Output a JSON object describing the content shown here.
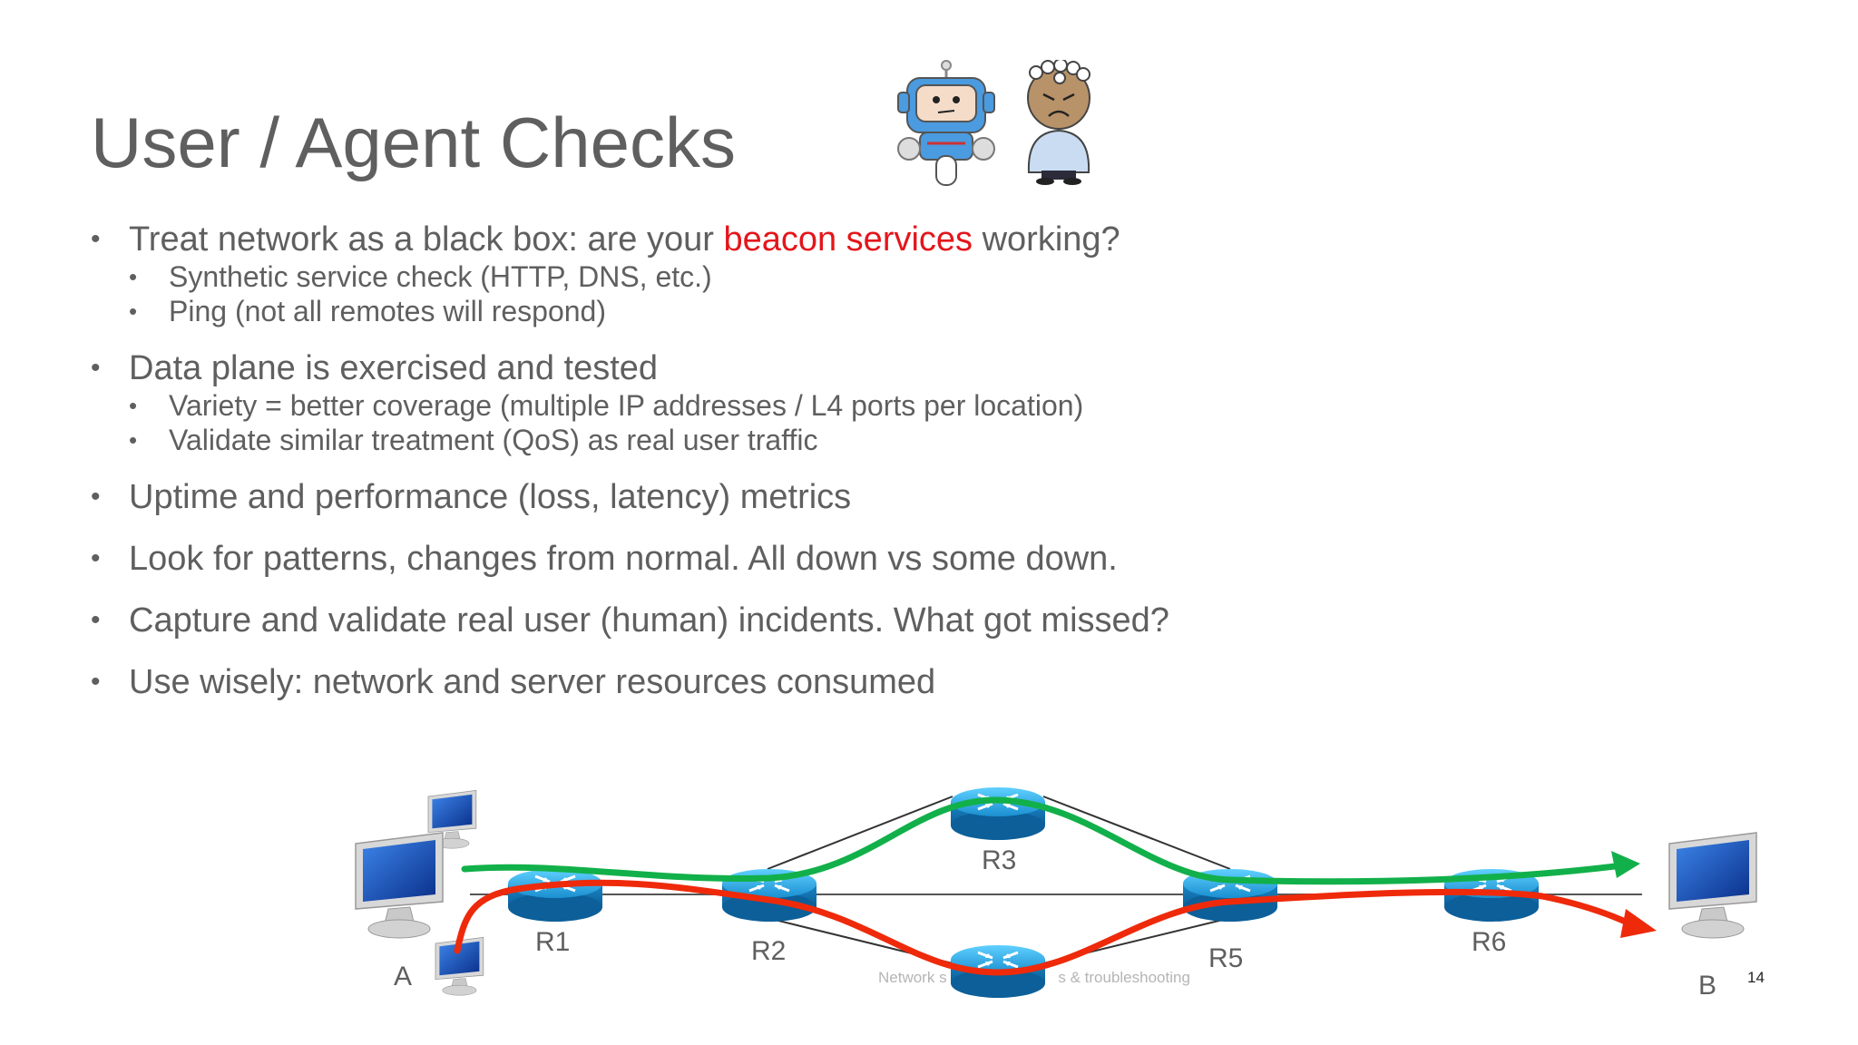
{
  "slide": {
    "title": "User / Agent Checks",
    "bullets": [
      {
        "pre": "Treat network as a black box: are your ",
        "highlight": "beacon services",
        "post": " working?",
        "sub": [
          "Synthetic service check (HTTP, DNS, etc.)",
          "Ping (not all remotes will respond)"
        ]
      },
      {
        "text": "Data plane is exercised and tested",
        "sub": [
          "Variety = better coverage (multiple IP addresses / L4 ports per location)",
          "Validate similar treatment (QoS) as real user traffic"
        ]
      },
      {
        "text": "Uptime and performance (loss, latency) metrics"
      },
      {
        "text": "Look for patterns, changes from normal. All down vs some down."
      },
      {
        "text": "Capture and validate real user (human) incidents. What got missed?"
      },
      {
        "text": "Use wisely: network and server resources consumed"
      }
    ],
    "bullet_char": "•",
    "highlight_color": "#e3161b"
  },
  "diagram": {
    "routers": [
      "R1",
      "R2",
      "R3",
      "R5",
      "R6"
    ],
    "endpoints": [
      "A",
      "B"
    ],
    "path_colors": {
      "green": "#12b04a",
      "red": "#ee2a0b"
    },
    "icons": [
      "robot-icon",
      "grumpy-user-icon",
      "router-icon",
      "computer-icon"
    ]
  },
  "footer": {
    "text": "Network s                          s & troubleshooting",
    "page_number": "14"
  }
}
